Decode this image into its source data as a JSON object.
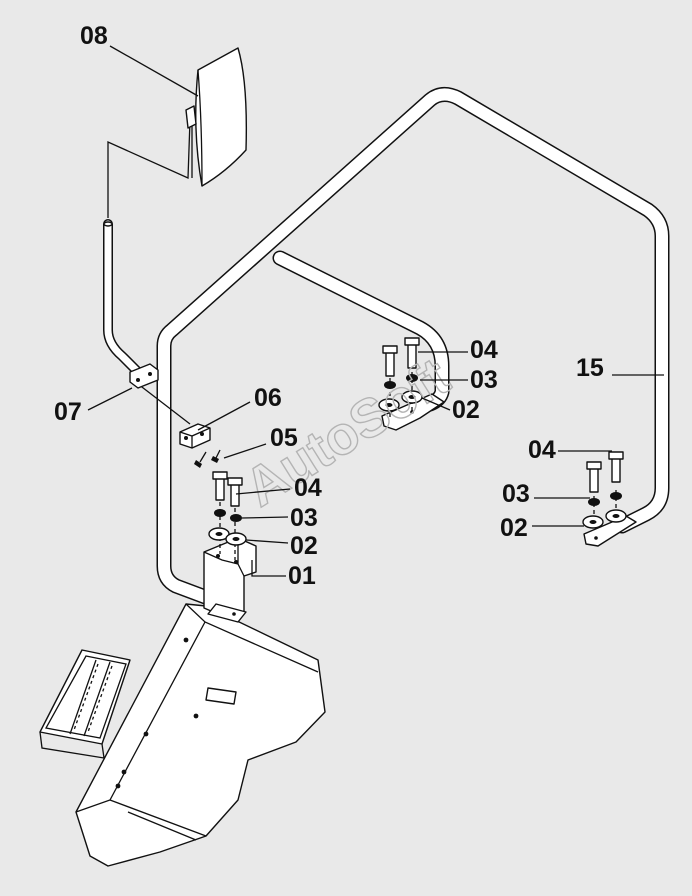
{
  "diagram": {
    "watermark": "AutoSoft",
    "labels": {
      "mirror": "08",
      "mirror_arm_bracket": "07",
      "clamp": "06",
      "clamp_screw": "05",
      "bolt_front": "04",
      "spring_washer_front": "03",
      "flat_washer_front": "02",
      "mount_bracket": "01",
      "bolt_middle": "04",
      "spring_washer_middle": "03",
      "flat_washer_middle": "02",
      "bolt_right": "04",
      "spring_washer_right": "03",
      "flat_washer_right": "02",
      "handrail": "15"
    }
  }
}
